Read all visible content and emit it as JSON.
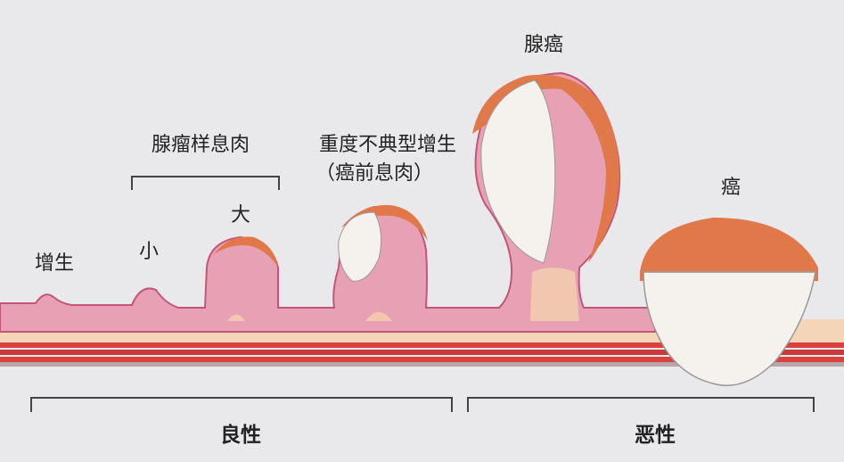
{
  "labels": {
    "hyperplasia": "增生",
    "adenomatous_polyp": "腺瘤样息肉",
    "small": "小",
    "large": "大",
    "severe_dysplasia": "重度不典型增生",
    "precancerous_polyp": "（癌前息肉）",
    "adenocarcinoma": "腺癌",
    "cancer": "癌",
    "benign": "良性",
    "malignant": "恶性"
  },
  "colors": {
    "background": "#e9e8ea",
    "mucosa": "#e8a0b5",
    "mucosa_outline": "#c4557a",
    "submucosa": "#f5d5b8",
    "muscle_band": "#d9413f",
    "tumor_crust": "#e0784a",
    "tumor_white": "#f5f1ec",
    "bracket": "#444444"
  }
}
